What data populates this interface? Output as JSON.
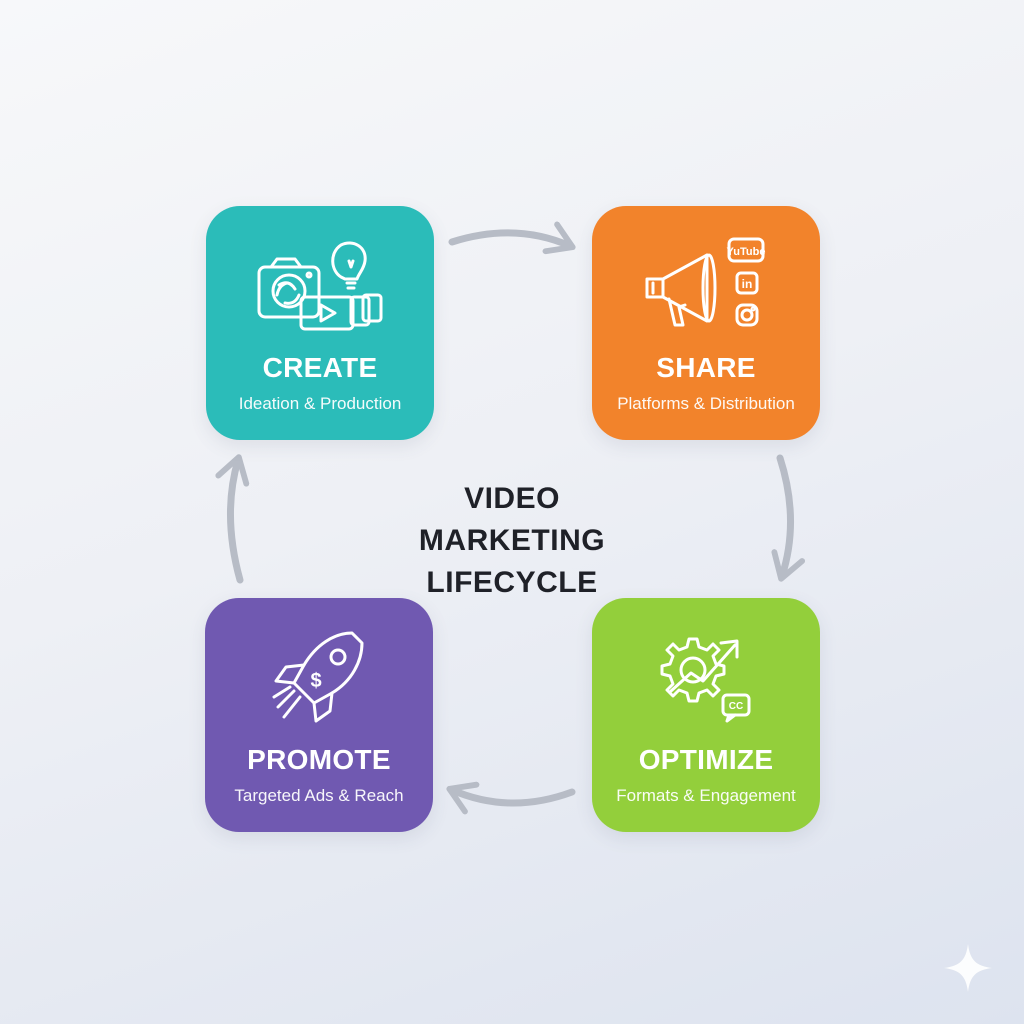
{
  "diagram": {
    "center_title_lines": [
      "VIDEO",
      "MARKETING",
      "LIFECYCLE"
    ],
    "stages": [
      {
        "id": "create",
        "title": "CREATE",
        "subtitle": "Ideation & Production",
        "color": "#2bbcb9",
        "icons": [
          "camera-icon",
          "lightbulb-icon",
          "video-play-icon"
        ]
      },
      {
        "id": "share",
        "title": "SHARE",
        "subtitle": "Platforms & Distribution",
        "color": "#f2832b",
        "icons": [
          "megaphone-icon",
          "youtube-icon",
          "linkedin-icon",
          "instagram-icon"
        ],
        "icon_text": {
          "youtube": "YuTube",
          "linkedin": "in"
        }
      },
      {
        "id": "optimize",
        "title": "OPTIMIZE",
        "subtitle": "Formats & Engagement",
        "color": "#93cf3b",
        "icons": [
          "gear-icon",
          "trend-arrow-icon",
          "closed-caption-icon"
        ],
        "icon_text": {
          "cc": "CC"
        }
      },
      {
        "id": "promote",
        "title": "PROMOTE",
        "subtitle": "Targeted Ads & Reach",
        "color": "#7059b1",
        "icons": [
          "rocket-icon",
          "dollar-icon"
        ],
        "icon_text": {
          "dollar": "$"
        }
      }
    ],
    "flow": [
      "create",
      "share",
      "optimize",
      "promote",
      "create"
    ],
    "arrow_color": "#b7bcc6"
  }
}
